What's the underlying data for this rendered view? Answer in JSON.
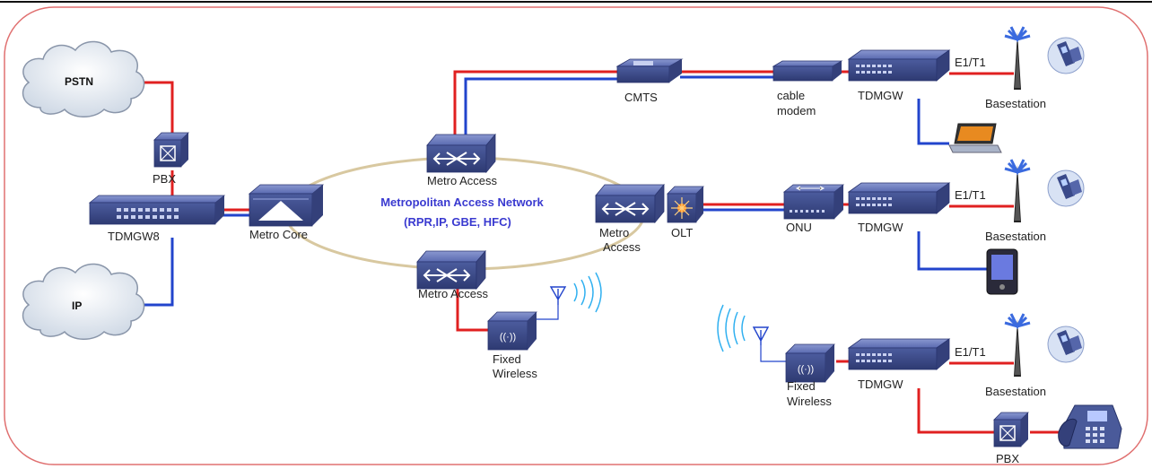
{
  "diagram": {
    "ring_title_line1": "Metropolitan Access Network",
    "ring_title_line2": "(RPR,IP, GBE, HFC)",
    "clouds": {
      "pstn": "PSTN",
      "ip": "IP"
    },
    "left": {
      "pbx": "PBX",
      "tdmgw8": "TDMGW8",
      "metro_core": "Metro Core"
    },
    "ring": {
      "metro_access_top": "Metro Access",
      "metro_access_right_1": "Metro",
      "metro_access_right_2": "Access",
      "metro_access_bottom": "Metro Access",
      "olt": "OLT"
    },
    "fixed_wireless_left": {
      "line1": "Fixed",
      "line2": "Wireless"
    },
    "branch_top": {
      "cmts": "CMTS",
      "cable_modem_1": "cable",
      "cable_modem_2": "modem",
      "tdmgw": "TDMGW",
      "e1t1": "E1/T1",
      "basestation": "Basestation"
    },
    "branch_mid": {
      "onu": "ONU",
      "tdmgw": "TDMGW",
      "e1t1": "E1/T1",
      "basestation": "Basestation"
    },
    "branch_bot": {
      "fixed_wireless_1": "Fixed",
      "fixed_wireless_2": "Wireless",
      "tdmgw": "TDMGW",
      "e1t1": "E1/T1",
      "basestation": "Basestation",
      "pbx": "PBX"
    },
    "colors": {
      "red_link": "#e02020",
      "blue_link": "#2244cc",
      "device": "#4a5aa0",
      "border": "#e06060"
    }
  }
}
